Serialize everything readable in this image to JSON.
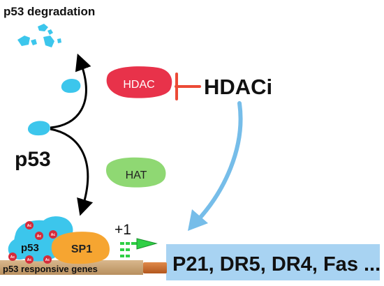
{
  "labels": {
    "degradation_title": "p53 degradation",
    "hdac": "HDAC",
    "hdaci": "HDACi",
    "p53": "p53",
    "hat": "HAT",
    "plus_one": "+1",
    "complex_p53": "p53",
    "sp1": "SP1",
    "responsive_genes": "p53 responsive genes",
    "target_genes": "P21, DR5, DR4, Fas ...",
    "acetyl_mark": "Ac"
  },
  "colors": {
    "p53_protein": "#3cc6ec",
    "hdac_fill": "#e8324a",
    "hat_fill": "#8fd873",
    "sp1_fill": "#f6a531",
    "inhibition_bar": "#ec4a36",
    "hdaci_arrow": "#76bde9",
    "target_box": "#a8d3f2",
    "dna_bar": "#c9a273",
    "transcription_arrow": "#2fcf45",
    "acetyl_mark": "#d62b3a"
  },
  "icons": {
    "fragments": "p53-fragment-icon",
    "protein": "p53-protein-icon",
    "transcription": "transcription-start-arrow-icon"
  }
}
